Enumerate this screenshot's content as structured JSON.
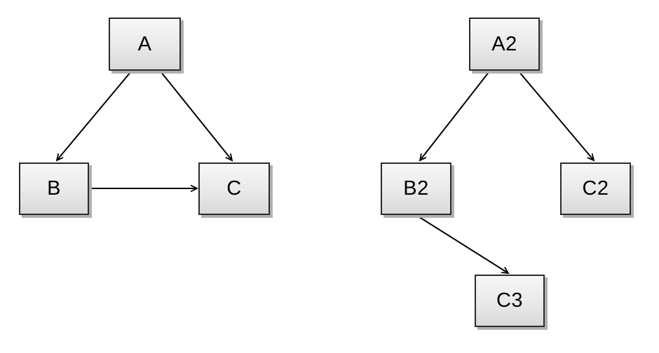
{
  "page": {
    "background_color": "#ffffff"
  },
  "style": {
    "node_fill_top": "#f7f7f7",
    "node_fill_bottom": "#d9d9d9",
    "node_border_color": "#2b2b2b",
    "node_shadow_color": "#b0b0b0",
    "edge_color": "#000000",
    "label_color": "#000000"
  },
  "diagrams": [
    {
      "name": "left-graph",
      "nodes": [
        {
          "id": "A",
          "label": "A"
        },
        {
          "id": "B",
          "label": "B"
        },
        {
          "id": "C",
          "label": "C"
        }
      ],
      "edges": [
        {
          "from": "A",
          "to": "B"
        },
        {
          "from": "A",
          "to": "C"
        },
        {
          "from": "B",
          "to": "C"
        }
      ]
    },
    {
      "name": "right-graph",
      "nodes": [
        {
          "id": "A2",
          "label": "A2"
        },
        {
          "id": "B2",
          "label": "B2"
        },
        {
          "id": "C2",
          "label": "C2"
        },
        {
          "id": "C3",
          "label": "C3"
        }
      ],
      "edges": [
        {
          "from": "A2",
          "to": "B2"
        },
        {
          "from": "A2",
          "to": "C2"
        },
        {
          "from": "B2",
          "to": "C3"
        }
      ]
    }
  ]
}
